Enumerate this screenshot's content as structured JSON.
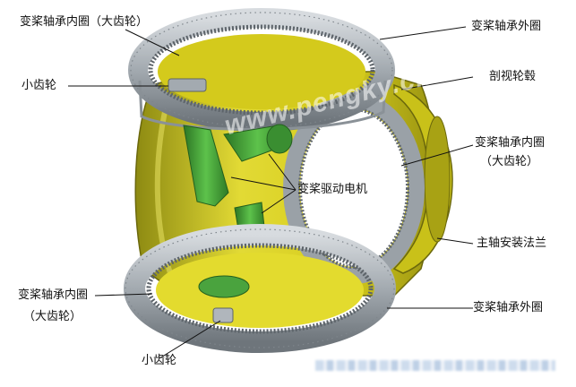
{
  "labels": {
    "inner_ring_top": "变桨轴承内圈（大齿轮）",
    "pinion_top": "小齿轮",
    "outer_ring_top": "变桨轴承外圈",
    "hub_section": "剖视轮毂",
    "inner_ring_right_line1": "变桨轴承内圈",
    "inner_ring_right_line2": "（大齿轮）",
    "motor": "变桨驱动电机",
    "main_flange": "主轴安装法兰",
    "inner_ring_bottom_line1": "变桨轴承内圈",
    "inner_ring_bottom_line2": "（大齿轮）",
    "outer_ring_bottom": "变桨轴承外圈",
    "pinion_bottom": "小齿轮"
  },
  "watermark": "www.pengky.cn",
  "colors": {
    "hub_yellow": "#d9cf1e",
    "hub_shadow": "#8f8a10",
    "ring_steel": "#a9afb5",
    "ring_dark": "#6f767c",
    "motor_green": "#3f9f35",
    "motor_dark": "#2a6e23",
    "leader": "#111111"
  }
}
